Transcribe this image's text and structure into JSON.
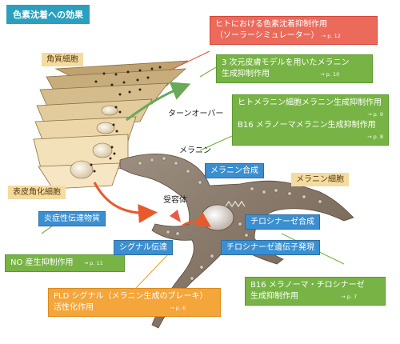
{
  "title": "色素沈着への効果",
  "labels": {
    "keratinocyte": "角質細胞",
    "epidermal": "表皮角化細胞",
    "melanocyte": "メラニン細胞",
    "melanin": "メラニン",
    "turnover": "ターンオーバー",
    "receptor": "受容体"
  },
  "boxes": {
    "human_pigment": {
      "line1": "ヒトにおける色素沈着抑制作用",
      "line2": "（ソーラーシミュレーター）",
      "ref": "→ p. 12"
    },
    "skin_model": {
      "line1": "3 次元皮膚モデルを用いたメラニン",
      "line2": "生成抑制作用",
      "ref": "→ p. 10"
    },
    "human_melanocyte": {
      "line1": "ヒトメラニン細胞メラニン生成抑制作用",
      "ref1": "→ p. 9",
      "line2": "B16 メラノーマメラニン生成抑制作用",
      "ref2": "→ p. 8"
    },
    "no_production": {
      "line1": "NO 産生抑制作用",
      "ref": "→ p. 11"
    },
    "pld": {
      "line1": "PLD シグナル（メラニン生成のブレーキ）",
      "line2": "活性化作用",
      "ref": "→ p. 6"
    },
    "b16_tyrosinase": {
      "line1": "B16 メラノーマ・チロシナーゼ",
      "line2": "生成抑制作用",
      "ref": "→ p. 7"
    }
  },
  "blue_labels": {
    "melanin_synthesis": "メラニン合成",
    "inflammatory": "炎症性伝達物質",
    "tyrosinase_synthesis": "チロシナーゼ合成",
    "signal": "シグナル伝達",
    "tyrosinase_gene": "チロシナーゼ遺伝子発現"
  },
  "colors": {
    "green": "#78b445",
    "red": "#ec6a5a",
    "orange": "#f4a63a",
    "blue": "#3b8fd0",
    "cell": "#8a7a6a",
    "tan": "#f4dca0",
    "title": "#2a9fbe"
  }
}
